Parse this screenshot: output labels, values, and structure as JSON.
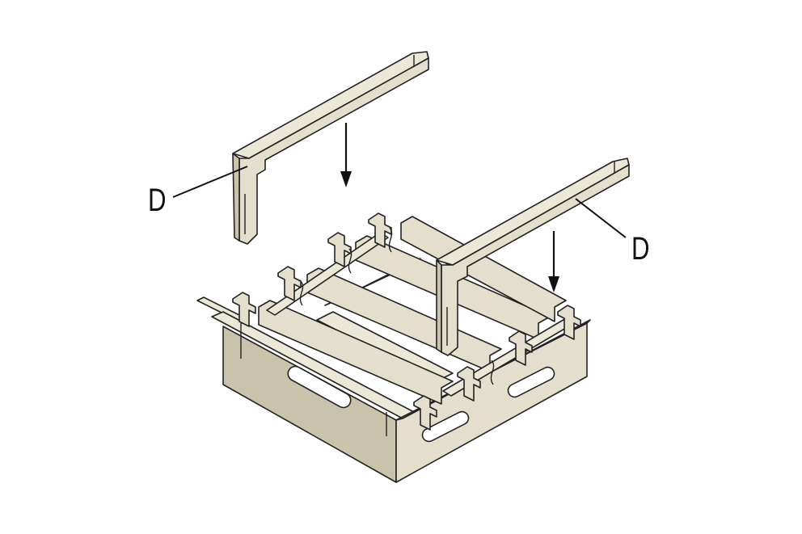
{
  "diagram": {
    "callouts": [
      {
        "id": "left",
        "label": "D"
      },
      {
        "id": "right",
        "label": "D"
      }
    ],
    "colors": {
      "panel_face": "#e4dfcc",
      "panel_top": "#ece8d8",
      "panel_side": "#c9c3ac",
      "panel_shadow": "#aaa592",
      "outline": "#222222",
      "arrow": "#111111"
    }
  }
}
